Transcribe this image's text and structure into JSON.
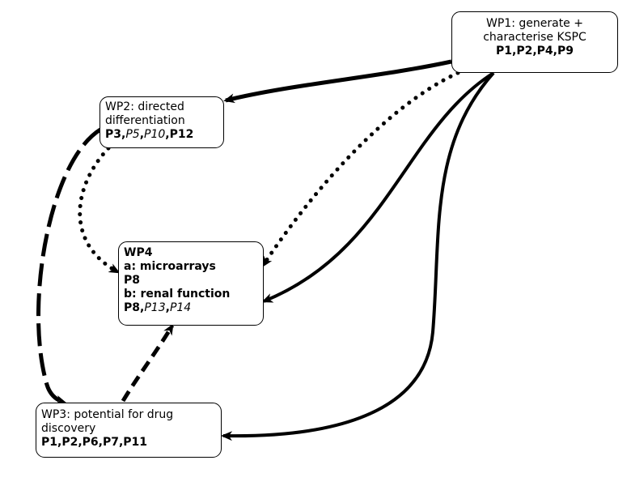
{
  "wp1": {
    "line1": "WP1: generate +",
    "line2": "characterise KSPC",
    "line3": "P1,P2,P4,P9"
  },
  "wp2": {
    "line1": "WP2: directed",
    "line2": "differentiation",
    "partners": [
      "P3",
      ",",
      "P5",
      ",",
      "P10",
      ",",
      "P12"
    ]
  },
  "wp4": {
    "line1": "WP4",
    "line2": "a: microarrays",
    "line3": "P8",
    "line4": "b: renal function",
    "partners": [
      "P8",
      ",",
      "P13",
      ",",
      "P14"
    ]
  },
  "wp3": {
    "line1": "WP3: potential for drug",
    "line2": "discovery",
    "line3": "P1,P2,P6,P7,P11"
  }
}
